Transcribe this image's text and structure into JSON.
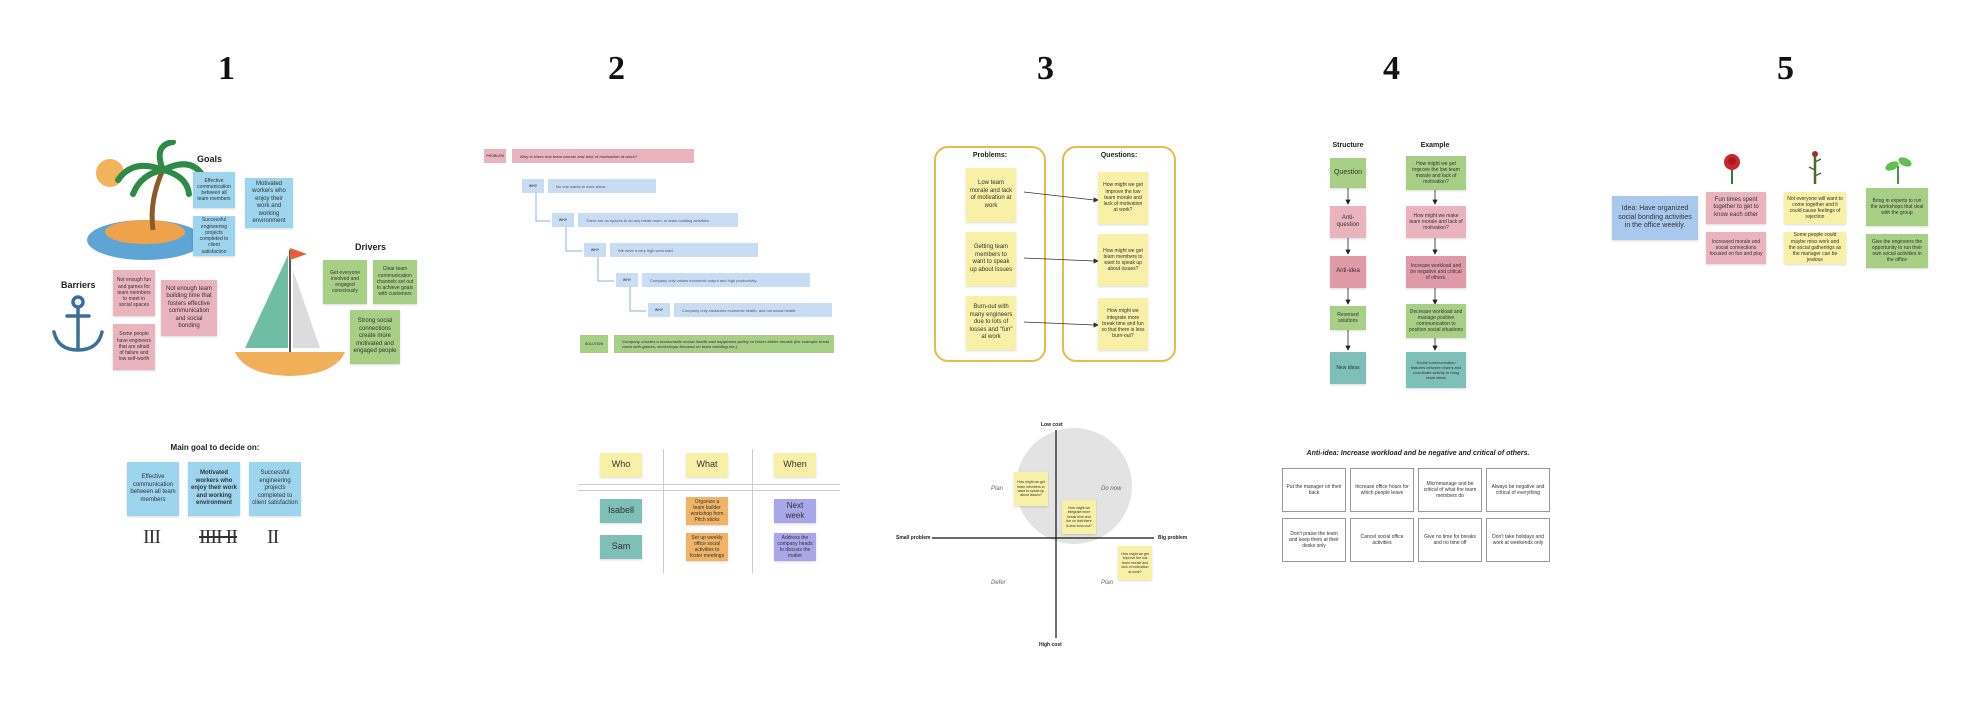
{
  "step_numbers": [
    "1",
    "2",
    "3",
    "4",
    "5"
  ],
  "panel1": {
    "goals_title": "Goals",
    "barriers_title": "Barriers",
    "drivers_title": "Drivers",
    "goal_notes": [
      "Effective communication between all team members",
      "Motivated workers who enjoy their work and working environment",
      "Successful engineering projects completed to client satisfaction"
    ],
    "barrier_notes": [
      "Not enough fun and games for team members to meet in social spaces",
      "Not enough team building time that fosters effective communication and social bonding",
      "Some people have engineers that are afraid of failure and low self-worth"
    ],
    "driver_notes": [
      "Get everyone involved and engaged consciously",
      "Clear team communication channels set out to achieve goals with customers",
      "Strong social connections create more motivated and engaged people"
    ],
    "decide_title": "Main goal to decide on:",
    "decide_notes": [
      "Effective communication between all team members",
      "Motivated workers who enjoy their work and working environment",
      "Successful engineering projects completed to client satisfaction"
    ],
    "tallies": [
      "III",
      "IIII II",
      "II"
    ]
  },
  "panel2": {
    "problem_label": "PROBLEM",
    "problem_text": "Why is there low team morale and lack of motivation at work?",
    "why_label": "WHY",
    "whys": [
      "No one wants to work alone.",
      "There are no spaces to do any break room, or team building activities.",
      "We have a very high work load.",
      "Company only values economic output and high productivity.",
      "Company only measures economic health, and not social health."
    ],
    "solution_label": "SOLUTION",
    "solution_text": "Company creates a measurable social health and happiness policy to foster better morale (for example break room with games, workshops focused on team building etc.)",
    "headers": [
      "Who",
      "What",
      "When"
    ],
    "rows": [
      {
        "who": "Isabell",
        "what": "Organize a team builder workshop from Pitch sticks",
        "when": "Next week"
      },
      {
        "who": "Sam",
        "what": "Set up weekly office social activities to foster meetings",
        "when": "Address the company heads to discuss the matter"
      }
    ]
  },
  "panel3": {
    "problems_title": "Problems:",
    "questions_title": "Questions:",
    "problems": [
      "Low team morale and lack of motivation at work",
      "Getting team members to want to speak up about issues",
      "Burn-out with many engineers due to lots of losses and \"fun\" at work"
    ],
    "questions": [
      "How might we get improve the low team morale and lack of motivation at work?",
      "How might we get team members to want to speak up about issues?",
      "How might we integrate more break time and fun so that there is less burn-out?"
    ],
    "axis_top": "Low cost",
    "axis_bottom": "High cost",
    "axis_left": "Small problem",
    "axis_right": "Big problem",
    "quadrants": [
      "Plan",
      "Do now",
      "Defer",
      "Plan"
    ],
    "matrix_notes": [
      "How might we get team members to want to speak up about issues?",
      "How might we integrate more break time and fun so that there is less burn-out?",
      "How might we get improve the low team morale and lack of motivation at work?"
    ]
  },
  "panel4": {
    "structure_title": "Structure",
    "example_title": "Example",
    "structure": [
      "Question",
      "Anti-question",
      "Anti-idea",
      "Reversed solutions",
      "New ideas"
    ],
    "example": [
      "How might we get improve the low team morale and lack of motivation?",
      "How might we make team morale and lack of motivation?",
      "Increase workload and be negative and critical of others.",
      "Decrease workload and manage positive communication to position social situations",
      "Social communication features between teams and coordinate activity to bring team ideas"
    ],
    "anti_idea_title": "Anti-idea: Increase workload and be negative and critical of others.",
    "cells": [
      "Put the manager on their back",
      "Increase office hours for which people leave",
      "Micromanage and be critical of what the team members do",
      "Always be negative and critical of everything",
      "Don't praise the team and keep them at their desks only",
      "Cancel social office activities",
      "Give no time for breaks and no time off",
      "Don't take holidays and work at weekends only"
    ]
  },
  "panel5": {
    "idea": "Idea: Have organized social bonding activities in the office weekly.",
    "rose_notes": [
      "Fun times spent together to get to know each other",
      "Increased morale and social connections focused on fun and play"
    ],
    "thorn_notes": [
      "Not everyone will want to come together and it could cause feelings of rejection",
      "Some people could maybe miss work and the social gatherings as the manager can be jealous"
    ],
    "bud_notes": [
      "Bring in experts to run the workshops that deal with the group",
      "Give the engineers the opportunity to run their own social activities in the office"
    ]
  },
  "colors": {
    "blue_note": "#9dd4ee",
    "pink_note": "#eab4be",
    "green_note": "#a8cf86",
    "yellow_note": "#f7f0a6",
    "teal_note": "#7ebfb8",
    "pane_border": "#e9b94a"
  },
  "icons": [
    "island-palm-icon",
    "sun-icon",
    "anchor-icon",
    "sailboat-icon",
    "rose-icon",
    "thorn-stem-icon",
    "sprout-bud-icon"
  ]
}
